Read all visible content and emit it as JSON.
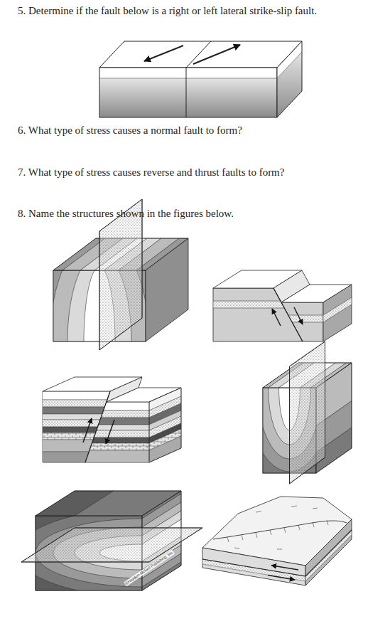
{
  "diagram": {
    "labels": [
      "5. Determine if the fault below is a right or left lateral strike-slip fault.",
      "6. What type of stress causes a normal fault to form?",
      "7. What type of stress causes reverse and thrust faults to form?",
      "8. Name the structures shown in the figures below.",
      "©Hayden-McNeil Publishing, Inc."
    ]
  }
}
